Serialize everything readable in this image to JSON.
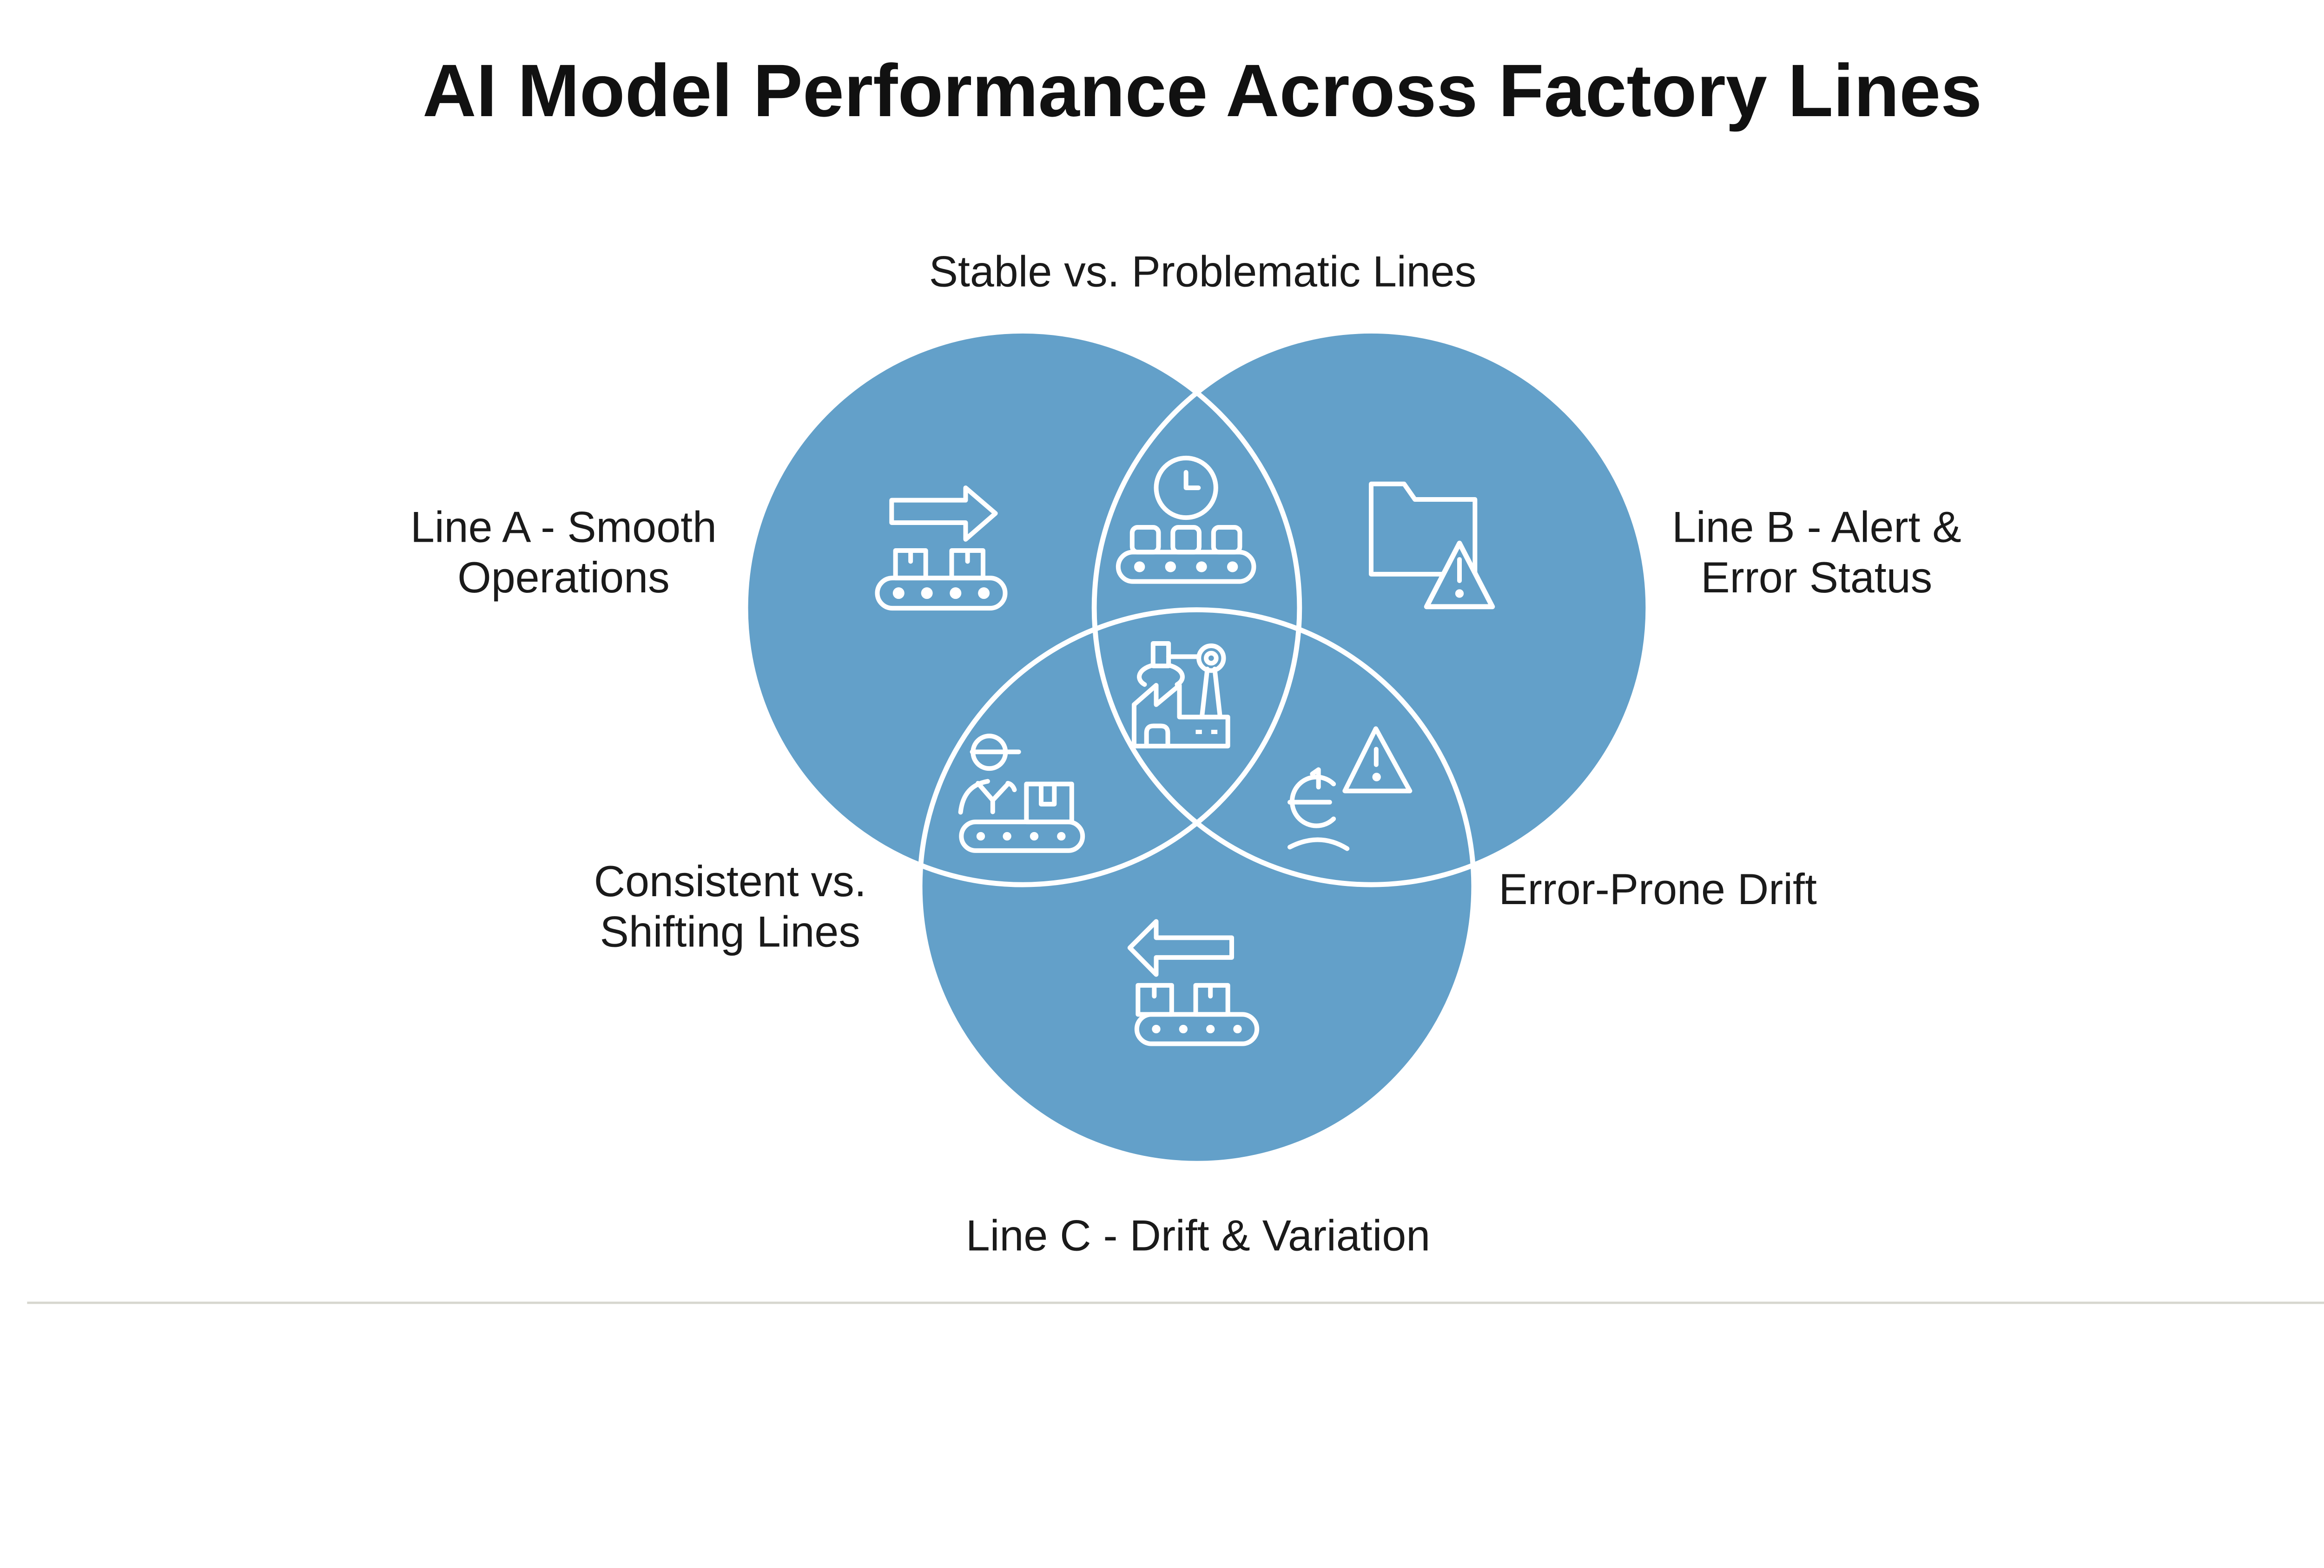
{
  "title": "AI Model Performance Across Factory Lines",
  "labels": {
    "top": [
      "Stable vs. Problematic Lines"
    ],
    "left": [
      "Line A - Smooth",
      "Operations"
    ],
    "right": [
      "Line B - Alert &",
      "Error Status"
    ],
    "bottom_left": [
      "Consistent vs.",
      "Shifting Lines"
    ],
    "bottom_right": [
      "Error-Prone Drift"
    ],
    "bottom": [
      "Line C - Drift & Variation"
    ]
  },
  "venn": {
    "sets": [
      {
        "id": "A",
        "name": "Line A - Smooth Operations",
        "icon": "arrow-right-conveyor-icon"
      },
      {
        "id": "B",
        "name": "Line B - Alert & Error Status",
        "icon": "folder-warning-icon"
      },
      {
        "id": "C",
        "name": "Line C - Drift & Variation",
        "icon": "arrow-left-conveyor-icon"
      }
    ],
    "intersections": [
      {
        "sets": [
          "A",
          "B"
        ],
        "name": "Stable vs. Problematic Lines",
        "icon": "clock-conveyor-icon"
      },
      {
        "sets": [
          "A",
          "C"
        ],
        "name": "Consistent vs. Shifting Lines",
        "icon": "worker-conveyor-icon"
      },
      {
        "sets": [
          "B",
          "C"
        ],
        "name": "Error-Prone Drift",
        "icon": "refresh-warning-icon"
      },
      {
        "sets": [
          "A",
          "B",
          "C"
        ],
        "icon": "factory-robot-arm-icon"
      }
    ]
  },
  "colors": {
    "background": "#ffffff",
    "circle_fill": "#63a0c9",
    "circle_outline": "#ffffff",
    "icon_stroke": "#ffffff",
    "text": "#1a1a1a",
    "bottom_divider": "#d7d7cf"
  }
}
